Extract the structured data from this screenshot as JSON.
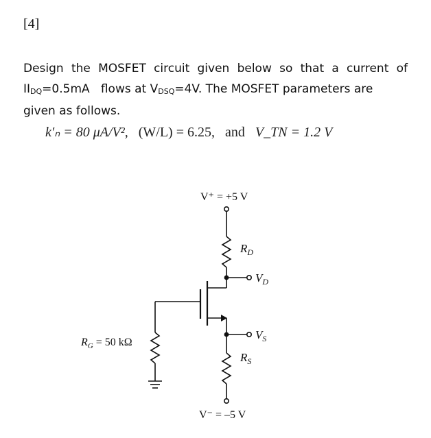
{
  "problem": {
    "number": "[4]",
    "line1": "Design the MOSFET circuit given below so that a current of",
    "line2_prefix": "I",
    "line2_I_sub": "DQ",
    "line2_mid": "=0.5mA   flows at V",
    "line2_V_sub": "DSQ",
    "line2_suffix": "=4V. The MOSFET parameters are",
    "line3": "given as follows."
  },
  "parameters": {
    "kn": "k′ₙ = 80 μA/V²,",
    "wl": "(W/L) = 6.25,",
    "and": "and",
    "vtn": "V_TN = 1.2 V"
  },
  "circuit": {
    "vplus": "V⁺ = +5 V",
    "vminus": "V⁻ = –5 V",
    "rd": "R",
    "rd_sub": "D",
    "vd": "V",
    "vd_sub": "D",
    "vs": "V",
    "vs_sub": "S",
    "rs": "R",
    "rs_sub": "S",
    "rg": "R",
    "rg_sub": "G",
    "rg_value": " = 50 kΩ"
  }
}
